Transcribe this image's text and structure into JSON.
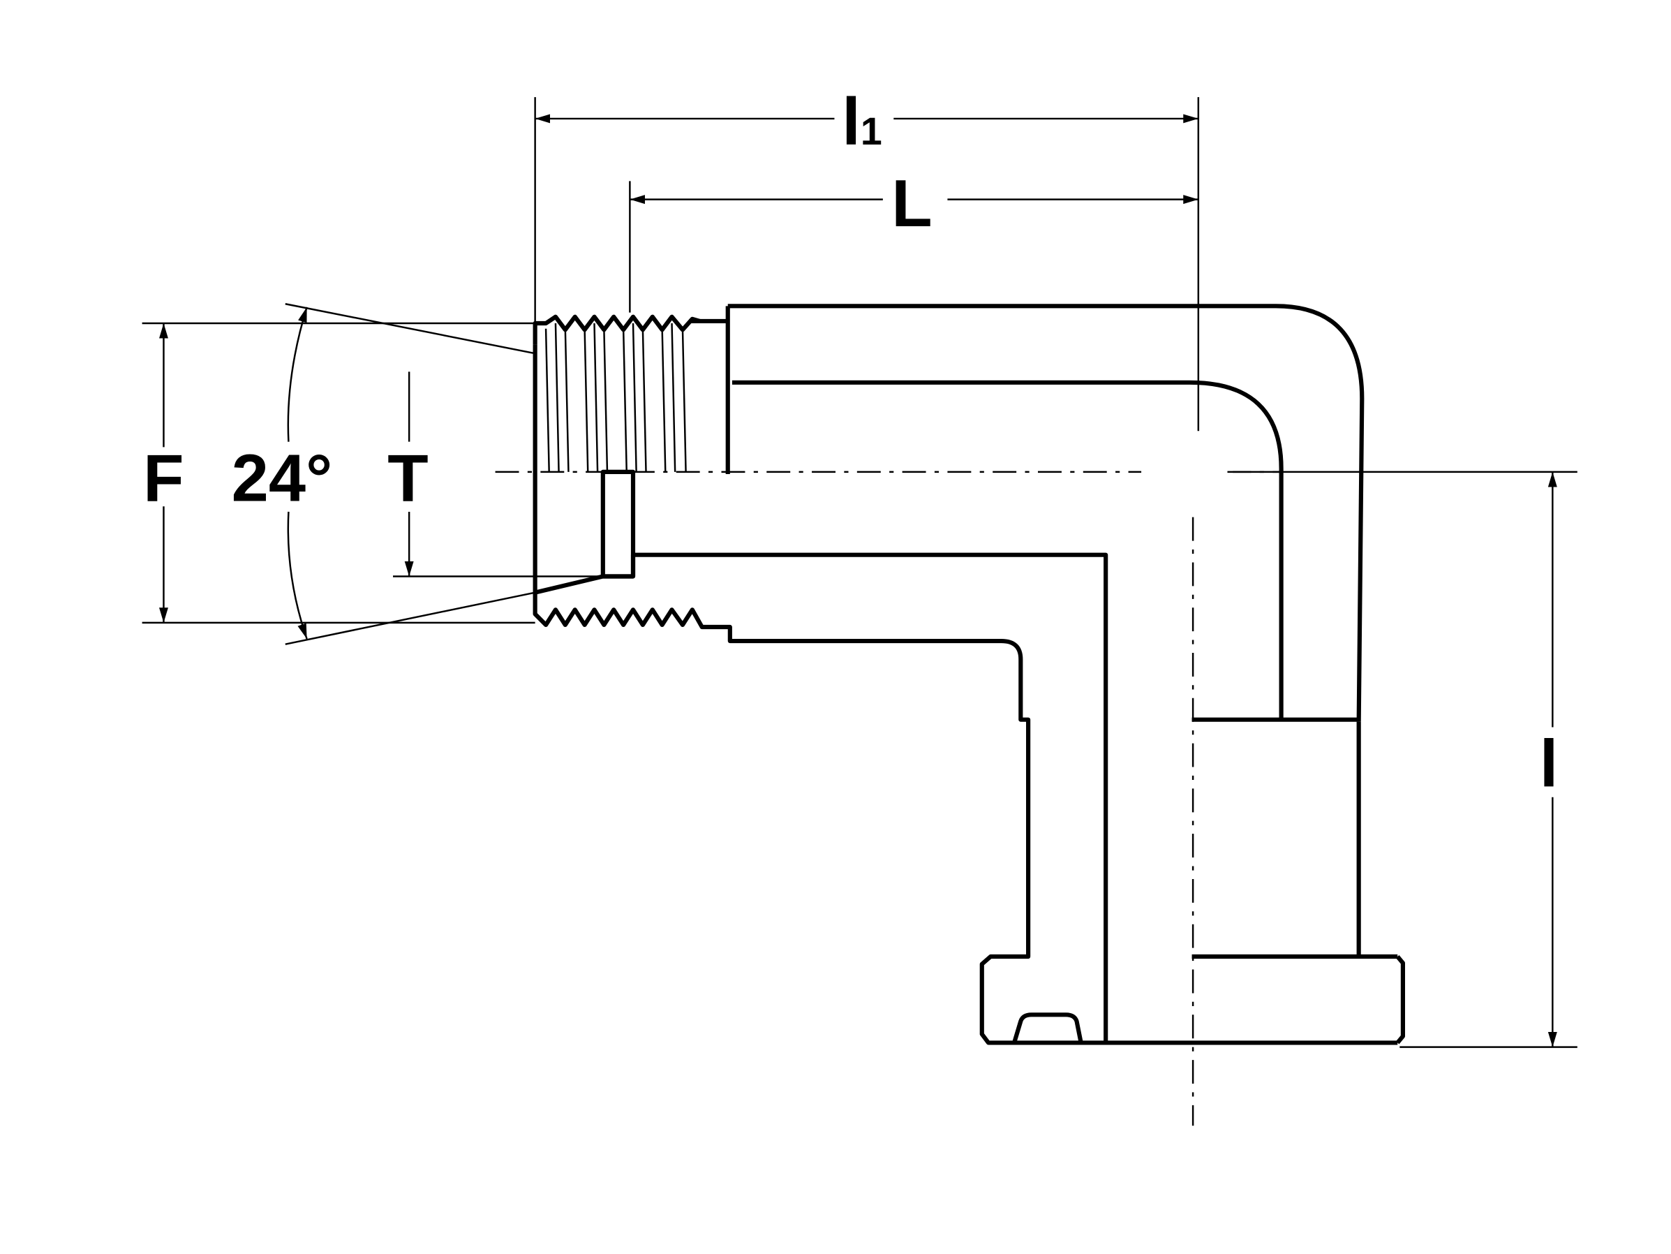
{
  "drawing": {
    "title_hidden": "",
    "labels": {
      "l1_main": "l",
      "l1_sub": "1",
      "L": "L",
      "F": "F",
      "angle": "24°",
      "T": "T",
      "l": "l"
    }
  }
}
